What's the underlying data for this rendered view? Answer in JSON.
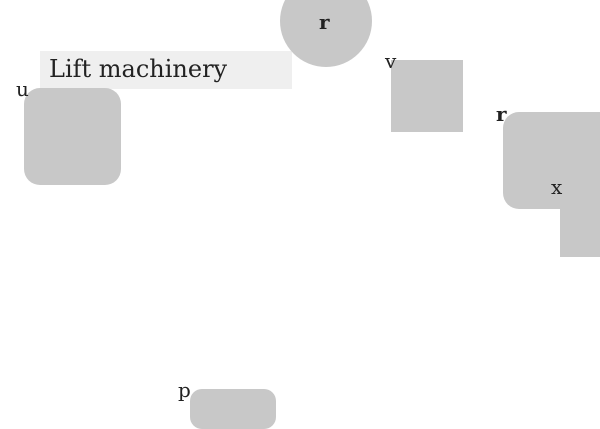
{
  "title_field": {
    "text": "Lift machinery"
  },
  "shapes": [
    {
      "id": "circle-shape",
      "label": "r"
    },
    {
      "id": "square-shape",
      "label": "v"
    },
    {
      "id": "rounded-square-left",
      "label": "u"
    },
    {
      "id": "rounded-shape-right",
      "label": "r"
    },
    {
      "id": "tall-rect-right",
      "label": "x"
    },
    {
      "id": "bottom-partial-shape",
      "label": "p"
    }
  ],
  "colors": {
    "shape_fill": "#c8c8c8",
    "title_fill": "#efefef",
    "text": "#222222",
    "background": "#ffffff"
  }
}
